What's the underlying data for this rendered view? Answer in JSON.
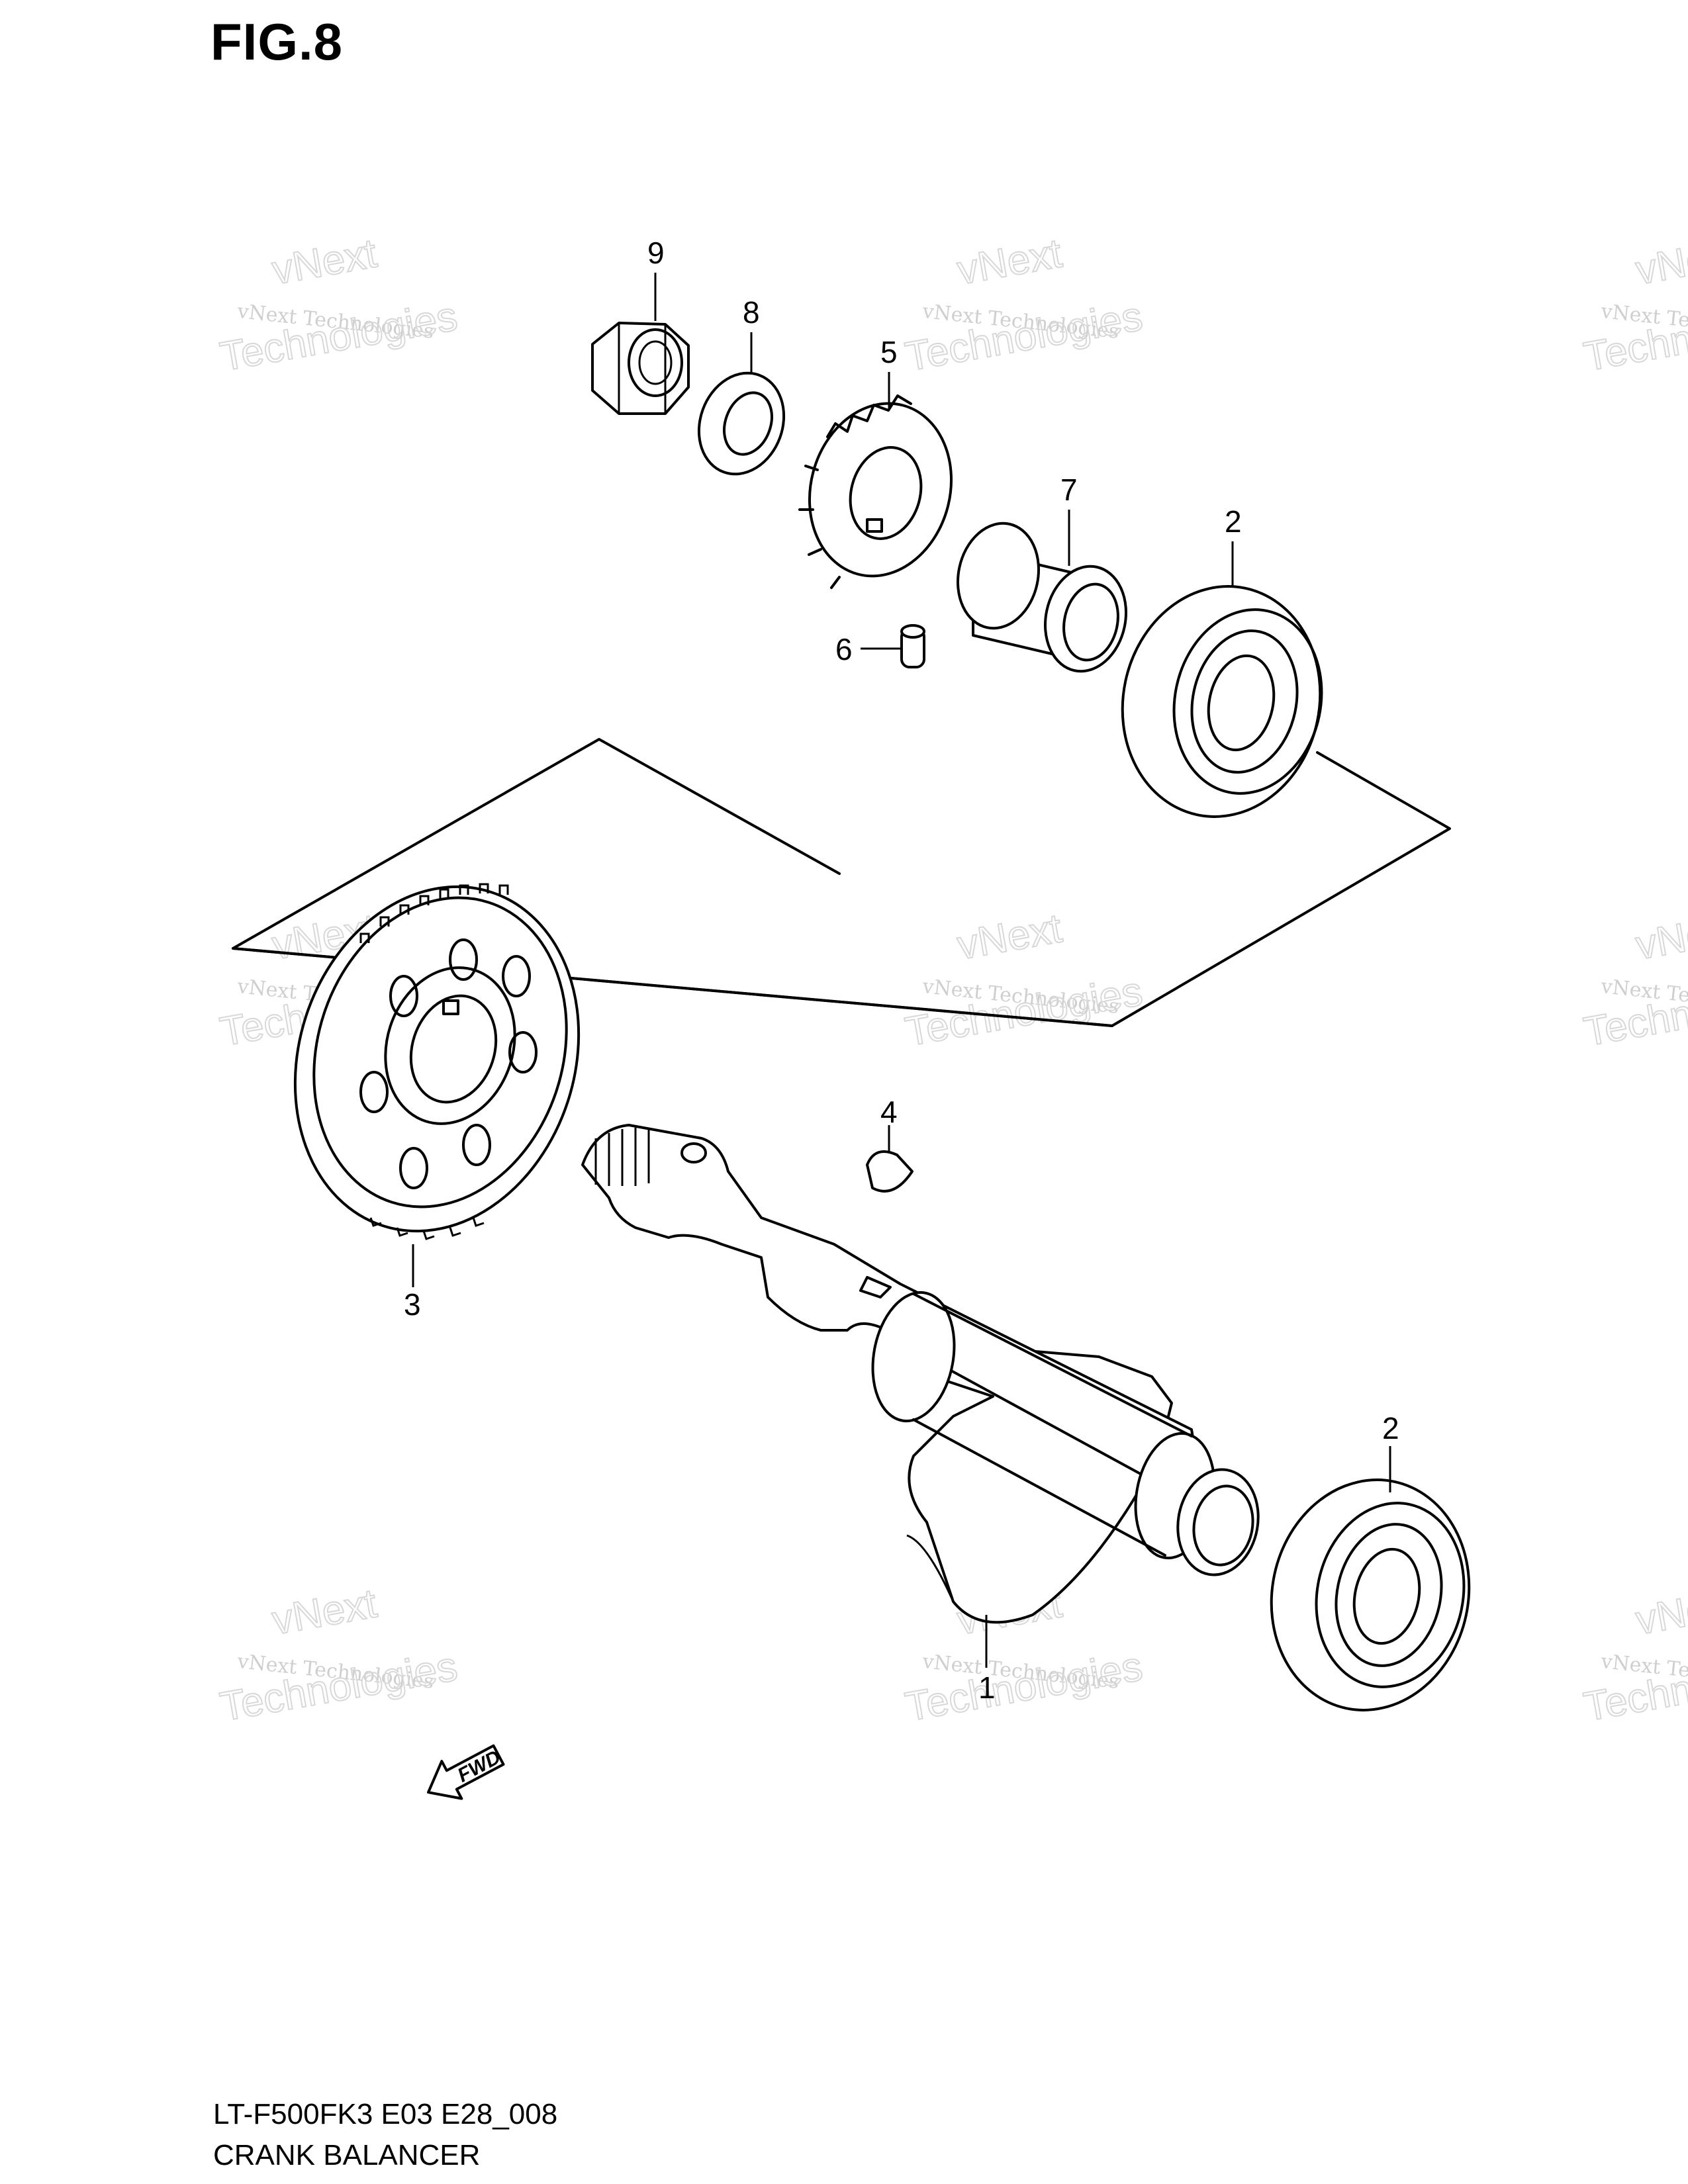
{
  "figure": {
    "title": "FIG.8",
    "code": "LT-F500FK3 E03 E28_008",
    "name": "CRANK BALANCER"
  },
  "callouts": {
    "c1": "1",
    "c2a": "2",
    "c2b": "2",
    "c3": "3",
    "c4": "4",
    "c5": "5",
    "c6": "6",
    "c7": "7",
    "c8": "8",
    "c9": "9"
  },
  "fwd_label": "FWD",
  "watermark": {
    "line1": "vNext",
    "line2": "vNext Technologies",
    "line3": "Technologies"
  }
}
